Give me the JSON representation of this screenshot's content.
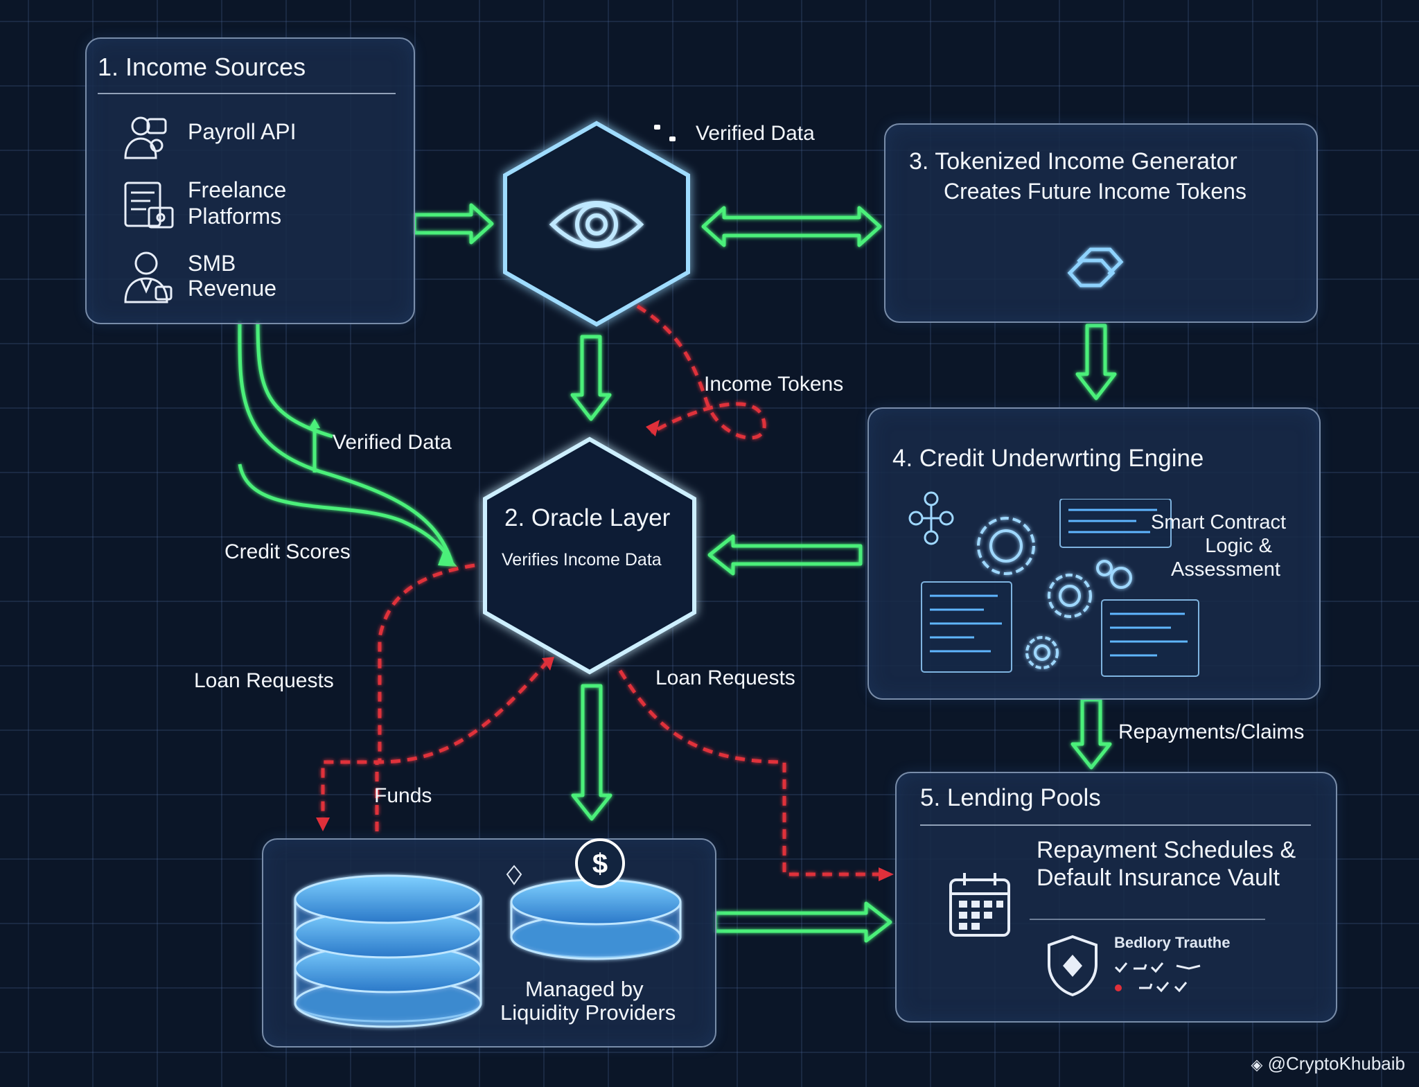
{
  "income_sources": {
    "title": "1. Income Sources",
    "items": [
      {
        "line1": "Payroll API",
        "line2": "",
        "icon": "user-id-badge-icon"
      },
      {
        "line1": "Freelance",
        "line2": "Platforms",
        "icon": "document-wallet-icon"
      },
      {
        "line1": "SMB",
        "line2": "Revenue",
        "icon": "business-person-icon"
      }
    ]
  },
  "oracle": {
    "title": "2. Oracle Layer",
    "subtitle": "Verifies Income Data"
  },
  "tokenizer": {
    "title": "3. Tokenized Income Generator",
    "subtitle": "Creates Future Income Tokens"
  },
  "underwriting": {
    "title": "4. Credit Underwrting Engine",
    "caption_line1": "Smart Contract",
    "caption_line2": "Logic &",
    "caption_line3": "Assessment"
  },
  "lending": {
    "title": "5. Lending Pools",
    "line1": "Repayment Schedules &",
    "line2": "Default Insurance Vault",
    "shield_label": "Bedlory Trauthe"
  },
  "liquidity": {
    "line1": "Managed by",
    "line2": "Liquidity Providers"
  },
  "labels": {
    "verified_top": "Verified Data",
    "income_tokens": "Income Tokens",
    "verified_left": "Verified Data",
    "credit_scores": "Credit Scores",
    "loan_requests_left": "Loan Requests",
    "loan_requests_right": "Loan Requests",
    "funds": "Funds",
    "repayments": "Repayments/Claims"
  },
  "watermark": "@CryptoKhubaib",
  "colors": {
    "flow_green": "#4cf07a",
    "dashed_red": "#e0303a",
    "glow_blue": "#7ec8ff",
    "panel_bg": "#182a48"
  }
}
